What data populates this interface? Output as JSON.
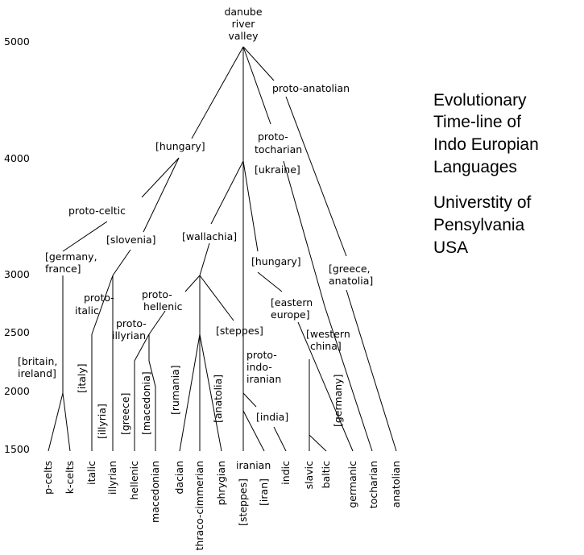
{
  "axis_years": [
    "5000",
    "4000",
    "3000",
    "2500",
    "2000",
    "1500"
  ],
  "root": [
    "danube",
    "river",
    "valley"
  ],
  "nodes": {
    "proto_anatolian": "proto-anatolian",
    "hungary_top": "[hungary]",
    "proto_tocharian": [
      "proto-",
      "tocharian"
    ],
    "ukraine": "[ukraine]",
    "proto_celtic": "proto-celtic",
    "slovenia": "[slovenia]",
    "wallachia": "[wallachia]",
    "germany_france": [
      "[germany,",
      "france]"
    ],
    "hungary_mid": "[hungary]",
    "greece_anatolia": [
      "[greece,",
      "anatolia]"
    ],
    "proto_italic": [
      "proto-",
      "italic"
    ],
    "proto_illyrian": [
      "proto-",
      "illyrian"
    ],
    "proto_hellenic": [
      "proto-",
      "hellenic"
    ],
    "eastern_europe": [
      "[eastern",
      "europe]"
    ],
    "steppes_mid": "[steppes]",
    "western_china": [
      "[western",
      "china]"
    ],
    "proto_indo_iranian": [
      "proto-",
      "indo-",
      "iranian"
    ],
    "britain_ireland": [
      "[britain,",
      "ireland]"
    ],
    "india": "[india]"
  },
  "vertical_labels": {
    "italy": "[italy]",
    "illyria": "[illyria]",
    "greece": "[greece]",
    "macedonia": "[macedonia]",
    "rumania": "[rumania]",
    "anatolia": "[anatolia]",
    "germany": "[germany]"
  },
  "languages": [
    {
      "name": "p-celts"
    },
    {
      "name": "k-celts"
    },
    {
      "name": "italic"
    },
    {
      "name": "illyrian"
    },
    {
      "name": "hellenic"
    },
    {
      "name": "macedonian"
    },
    {
      "name": "dacian"
    },
    {
      "name": "thraco-cimmerian"
    },
    {
      "name": "phrygian"
    },
    {
      "name": "iranian",
      "sub": [
        "[steppes]",
        "[iran]"
      ]
    },
    {
      "name": "indic"
    },
    {
      "name": "slavic"
    },
    {
      "name": "baltic"
    },
    {
      "name": "germanic"
    },
    {
      "name": "tocharian"
    },
    {
      "name": "anatolian"
    }
  ],
  "title_block": [
    "Evolutionary",
    "Time-line of",
    "Indo Europian",
    "Languages"
  ],
  "credit_block": [
    "Universtity of",
    "Pensylvania",
    "USA"
  ]
}
